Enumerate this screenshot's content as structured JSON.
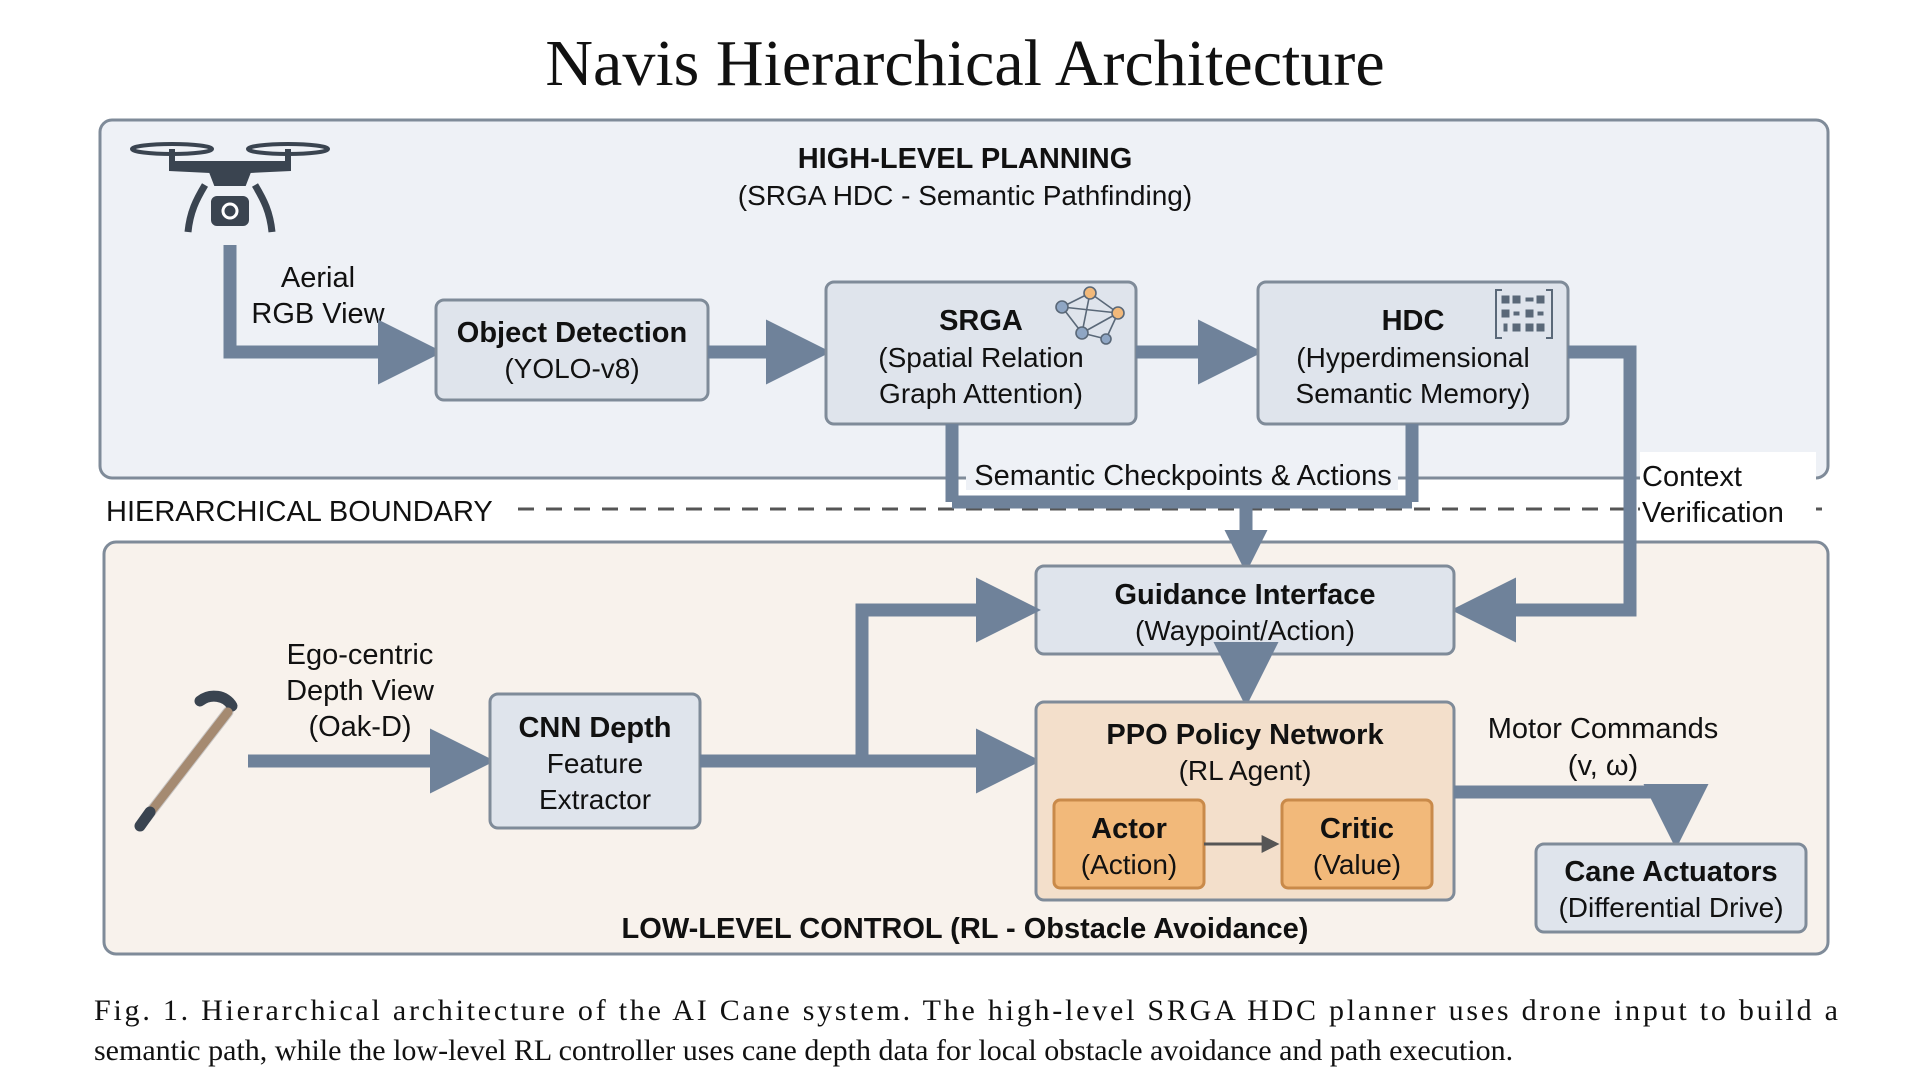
{
  "title": "Navis Hierarchical Architecture",
  "high_level": {
    "heading": "HIGH-LEVEL PLANNING",
    "subheading": "(SRGA HDC - Semantic Pathfinding)",
    "aerial_label": [
      "Aerial",
      "RGB View"
    ],
    "object_detection": {
      "title": "Object Detection",
      "sub": "(YOLO-v8)"
    },
    "srga": {
      "title": "SRGA",
      "lines": [
        "(Spatial Relation",
        "Graph Attention)"
      ]
    },
    "hdc": {
      "title": "HDC",
      "lines": [
        "(Hyperdimensional",
        "Semantic Memory)"
      ]
    }
  },
  "boundary": {
    "label": "HIERARCHICAL BOUNDARY",
    "checkpoints_label": "Semantic Checkpoints & Actions",
    "context_label": [
      "Context",
      "Verification"
    ]
  },
  "low_level": {
    "heading": "LOW-LEVEL CONTROL (RL - Obstacle Avoidance)",
    "ego_label": [
      "Ego-centric",
      "Depth View",
      "(Oak-D)"
    ],
    "cnn": {
      "lines": [
        "CNN Depth",
        "Feature",
        "Extractor"
      ]
    },
    "guidance": {
      "title": "Guidance Interface",
      "sub": "(Waypoint/Action)"
    },
    "ppo": {
      "title": "PPO Policy Network",
      "sub": "(RL Agent)"
    },
    "actor": {
      "title": "Actor",
      "sub": "(Action)"
    },
    "critic": {
      "title": "Critic",
      "sub": "(Value)"
    },
    "motor_label": [
      "Motor Commands",
      "(v, ω)"
    ],
    "actuators": {
      "title": "Cane Actuators",
      "sub": "(Differential Drive)"
    }
  },
  "caption": [
    "Fig. 1.  Hierarchical architecture of the AI Cane system. The high-level SRGA HDC planner uses drone input to build a",
    "semantic path, while the low-level RL controller uses cane depth data for local obstacle avoidance and path execution."
  ],
  "colors": {
    "high_bg": "#eef1f6",
    "low_bg": "#f8f2ec",
    "box_fill": "#dfe4ec",
    "box_stroke": "#7f8b99",
    "ppo_fill": "#f3dfcb",
    "orange_fill": "#f2b97a",
    "orange_stroke": "#c98a4a",
    "arrow": "#6f829a",
    "text": "#111111"
  },
  "icons": [
    "drone-icon",
    "graph-network-icon",
    "hypervector-grid-icon",
    "cane-icon"
  ]
}
